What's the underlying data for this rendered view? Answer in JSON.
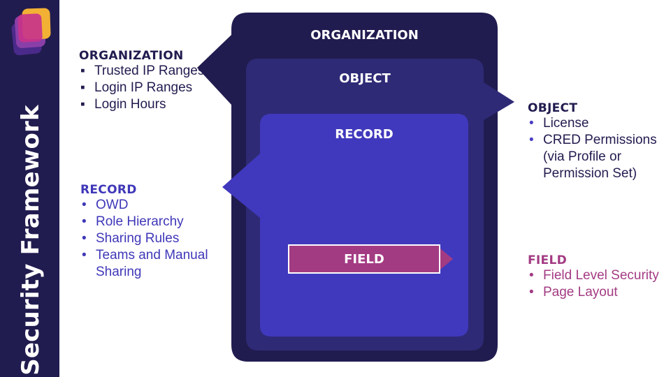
{
  "sidebar": {
    "title": "Security Framework",
    "logo_icon": "stacked-layers-logo"
  },
  "diagram": {
    "organization_label": "ORGANIZATION",
    "object_label": "OBJECT",
    "record_label": "RECORD",
    "field_label": "FIELD"
  },
  "groups": {
    "organization": {
      "title": "ORGANIZATION",
      "items": [
        "Trusted IP Ranges",
        "Login IP Ranges",
        "Login Hours"
      ]
    },
    "object": {
      "title": "OBJECT",
      "items": [
        "License",
        "CRED Permissions (via Profile or Permission Set)"
      ]
    },
    "record": {
      "title": "RECORD",
      "items": [
        "OWD",
        "Role Hierarchy",
        "Sharing Rules",
        "Teams and Manual Sharing"
      ]
    },
    "field": {
      "title": "FIELD",
      "items": [
        "Field Level Security",
        "Page Layout"
      ]
    }
  },
  "colors": {
    "navy": "#211c4f",
    "object_fill": "#2f2a76",
    "record_fill": "#4039bd",
    "field_fill": "#a33b83"
  }
}
